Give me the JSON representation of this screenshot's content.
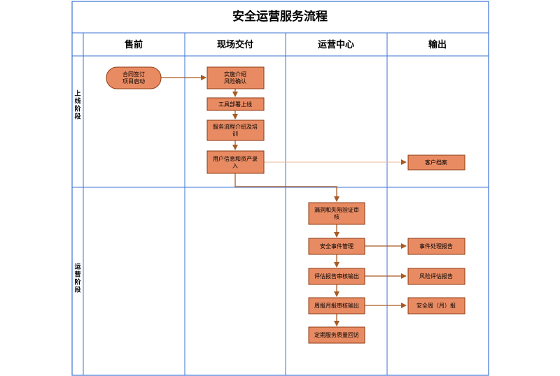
{
  "title": "安全运营服务流程",
  "lanes": [
    "售前",
    "现场交付",
    "运营中心",
    "输出"
  ],
  "phases": [
    "上线阶段",
    "运营阶段"
  ],
  "nodes": {
    "contract": [
      "合同签订",
      "项目启动"
    ],
    "implement": [
      "实施介绍",
      "风险确认"
    ],
    "tool_deploy": [
      "工具部署上线"
    ],
    "service_intro": [
      "服务流程介绍及培",
      "训"
    ],
    "user_info": [
      "用户信息和资产录",
      "入"
    ],
    "customer_file": [
      "客户档案"
    ],
    "vuln_review": [
      "漏洞和失陷验证审",
      "核"
    ],
    "incident_mgmt": [
      "安全事件管理"
    ],
    "incident_report": [
      "事件处理报告"
    ],
    "eval_review": [
      "评估报告审核输出"
    ],
    "risk_report": [
      "风险评估报告"
    ],
    "weekly_review": [
      "周报月报审核输出"
    ],
    "weekly_report": [
      "安全周（月）报"
    ],
    "quality_visit": [
      "定期服务质量回访"
    ]
  },
  "colors": {
    "frame": "#3b73d6",
    "node_fill": "#e88b63",
    "node_border": "#8e3b13",
    "arrow": "#a85a22"
  }
}
